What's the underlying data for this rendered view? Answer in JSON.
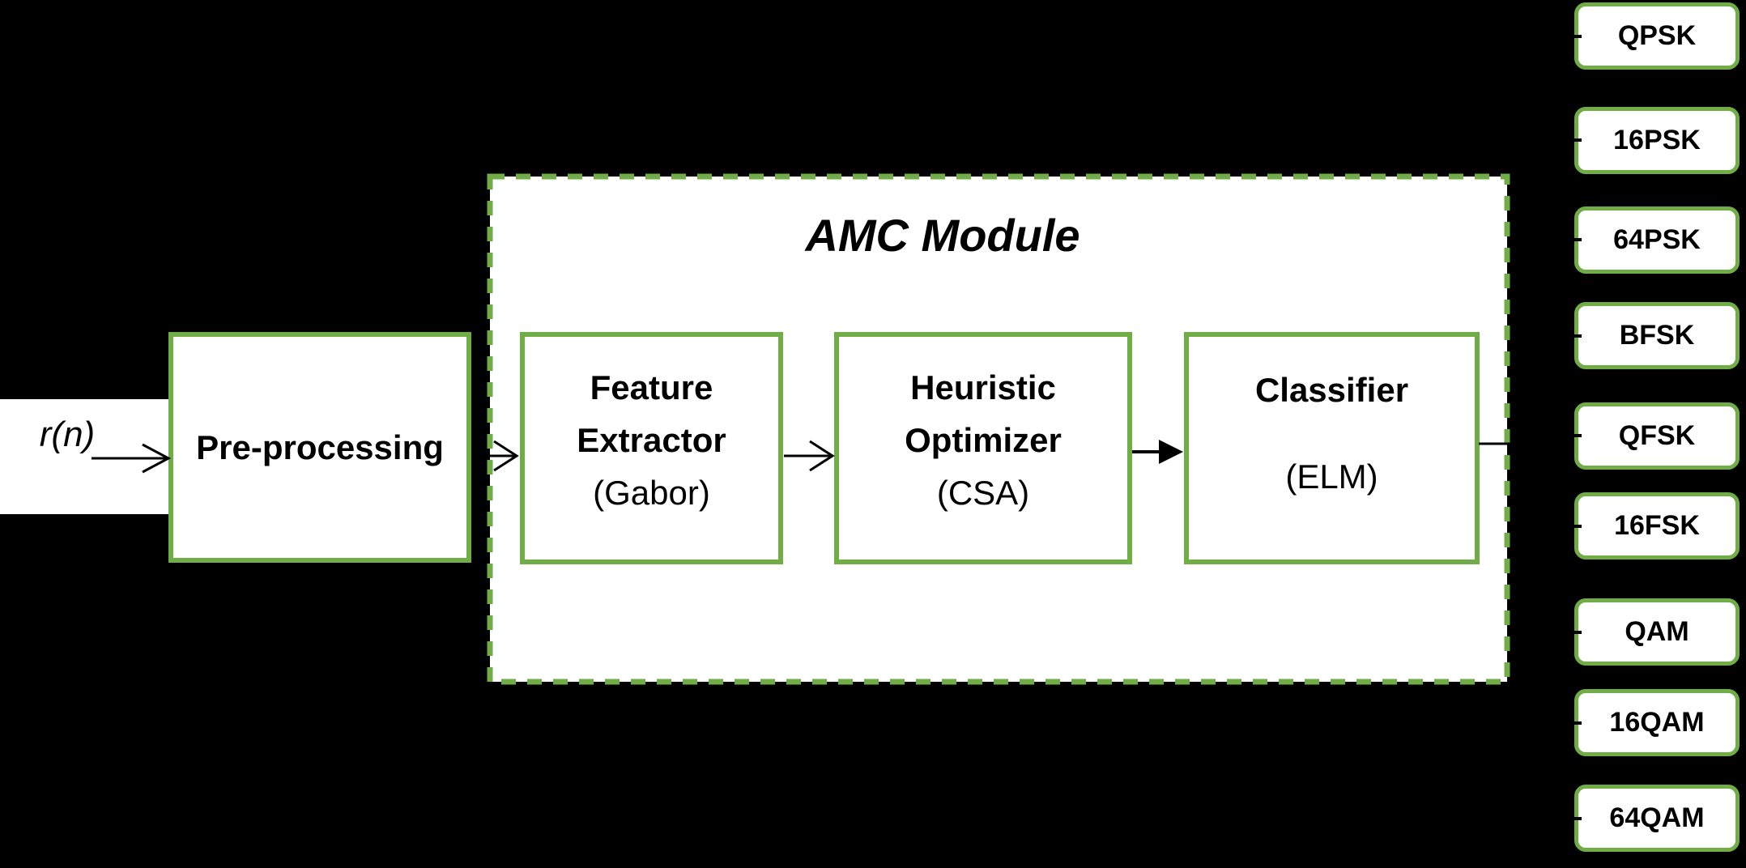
{
  "input": {
    "label": "r(n)"
  },
  "preprocessing": {
    "label": "Pre-processing"
  },
  "amc": {
    "title": "AMC Module",
    "feature": {
      "line1": "Feature",
      "line2": "Extractor",
      "sub": "(Gabor)"
    },
    "optimizer": {
      "line1": "Heuristic",
      "line2": "Optimizer",
      "sub": "(CSA)"
    },
    "classifier": {
      "line1": "Classifier",
      "sub": "(ELM)"
    }
  },
  "outputs": [
    "QPSK",
    "16PSK",
    "64PSK",
    "BFSK",
    "QFSK",
    "16FSK",
    "QAM",
    "16QAM",
    "64QAM"
  ],
  "colors": {
    "accent_green": "#70AD47",
    "background": "#000000",
    "box_fill": "#FFFFFF",
    "text": "#000000",
    "connector": "#000000"
  }
}
